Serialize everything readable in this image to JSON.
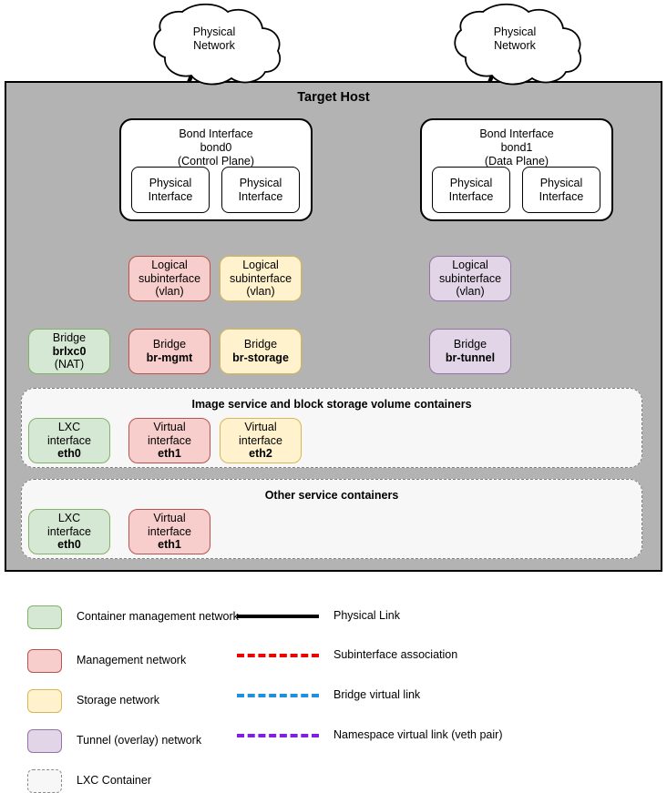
{
  "diagram": {
    "host_title": "Target Host",
    "clouds": [
      {
        "name": "cloud-left",
        "line1": "Physical",
        "line2": "Network"
      },
      {
        "name": "cloud-right",
        "line1": "Physical",
        "line2": "Network"
      }
    ],
    "bonds": [
      {
        "name": "bond0",
        "title": "Bond Interface",
        "id": "bond0",
        "role": "(Control Plane)",
        "ports": [
          {
            "line1": "Physical",
            "line2": "Interface"
          },
          {
            "line1": "Physical",
            "line2": "Interface"
          }
        ]
      },
      {
        "name": "bond1",
        "title": "Bond Interface",
        "id": "bond1",
        "role": "(Data Plane)",
        "ports": [
          {
            "line1": "Physical",
            "line2": "Interface"
          },
          {
            "line1": "Physical",
            "line2": "Interface"
          }
        ]
      }
    ],
    "subinterfaces": [
      {
        "key": "mgmt",
        "line1": "Logical",
        "line2": "subinterface",
        "line3": "(vlan)",
        "color": "pink"
      },
      {
        "key": "storage",
        "line1": "Logical",
        "line2": "subinterface",
        "line3": "(vlan)",
        "color": "yellow"
      },
      {
        "key": "tunnel",
        "line1": "Logical",
        "line2": "subinterface",
        "line3": "(vlan)",
        "color": "purple"
      }
    ],
    "bridges": [
      {
        "key": "brlxc0",
        "line1": "Bridge",
        "name": "brlxc0",
        "line3": "(NAT)",
        "color": "green"
      },
      {
        "key": "br-mgmt",
        "line1": "Bridge",
        "name": "br-mgmt",
        "line3": "",
        "color": "pink"
      },
      {
        "key": "br-storage",
        "line1": "Bridge",
        "name": "br-storage",
        "line3": "",
        "color": "yellow"
      },
      {
        "key": "br-tunnel",
        "line1": "Bridge",
        "name": "br-tunnel",
        "line3": "",
        "color": "purple"
      }
    ],
    "container_groups": [
      {
        "key": "image-block",
        "title": "Image service and block storage volume containers",
        "interfaces": [
          {
            "line1": "LXC",
            "line2": "interface",
            "dev": "eth0",
            "color": "green"
          },
          {
            "line1": "Virtual",
            "line2": "interface",
            "dev": "eth1",
            "color": "pink"
          },
          {
            "line1": "Virtual",
            "line2": "interface",
            "dev": "eth2",
            "color": "yellow"
          }
        ]
      },
      {
        "key": "other-services",
        "title": "Other service containers",
        "interfaces": [
          {
            "line1": "LXC",
            "line2": "interface",
            "dev": "eth0",
            "color": "green"
          },
          {
            "line1": "Virtual",
            "line2": "interface",
            "dev": "eth1",
            "color": "pink"
          }
        ]
      }
    ]
  },
  "legend": {
    "swatches": [
      {
        "key": "container-management",
        "label": "Container management network",
        "fill": "#d5e8d4",
        "stroke": "#82b366"
      },
      {
        "key": "management",
        "label": "Management network",
        "fill": "#f8cecc",
        "stroke": "#b85450"
      },
      {
        "key": "storage",
        "label": "Storage network",
        "fill": "#fff2cc",
        "stroke": "#d6b656"
      },
      {
        "key": "tunnel-overlay",
        "label": "Tunnel (overlay) network",
        "fill": "#e1d5e7",
        "stroke": "#9673a6"
      },
      {
        "key": "lxc-container",
        "label": "LXC Container",
        "fill": "#f7f7f7",
        "stroke": "#8a8a8a"
      }
    ],
    "lines": [
      {
        "key": "physical-link",
        "label": "Physical Link",
        "color": "#000000",
        "style": "solid"
      },
      {
        "key": "subinterface",
        "label": "Subinterface association",
        "color": "#ee0000",
        "style": "dashed"
      },
      {
        "key": "bridge-virtual",
        "label": "Bridge virtual link",
        "color": "#1f8fe0",
        "style": "dashed"
      },
      {
        "key": "namespace-virtual",
        "label": "Namespace virtual link (veth pair)",
        "color": "#7f1fe0",
        "style": "dashed"
      }
    ]
  },
  "colors": {
    "host_fill": "#b3b3b3",
    "physical_link": "#000000",
    "subinterface_link": "#ee0000",
    "bridge_link": "#1f8fe0",
    "veth_link": "#7f1fe0"
  }
}
